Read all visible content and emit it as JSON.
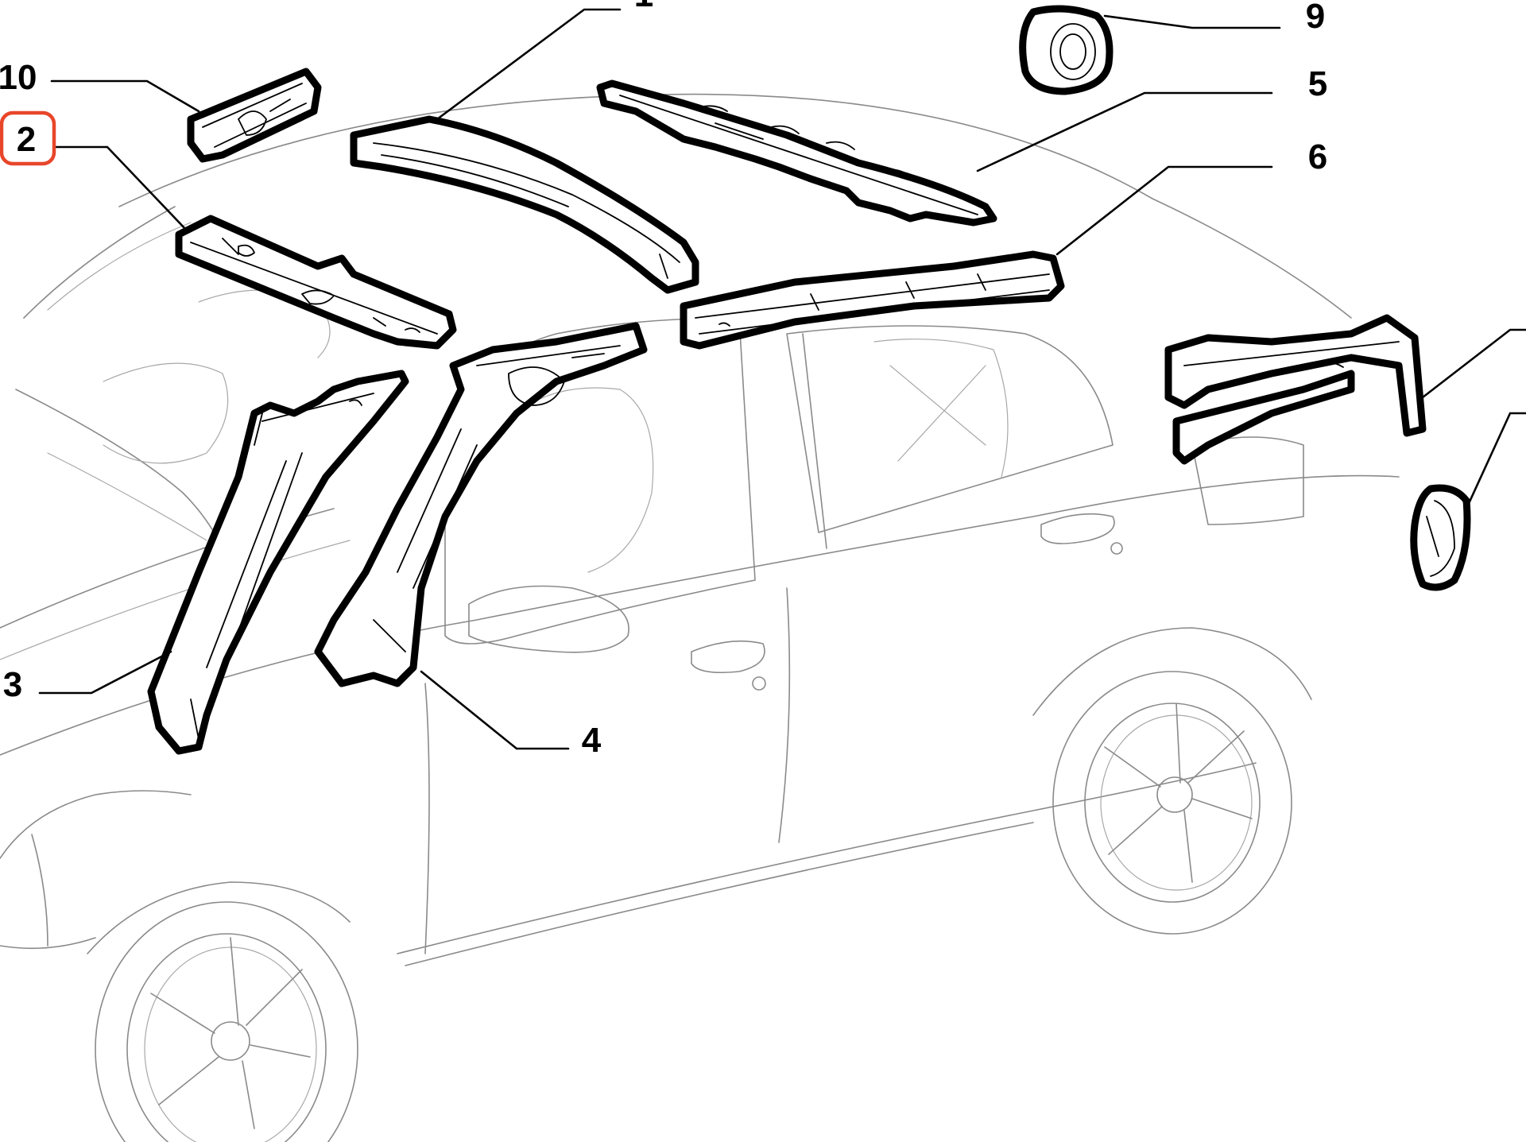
{
  "callouts": [
    {
      "id": "1",
      "label": "1"
    },
    {
      "id": "2",
      "label": "2",
      "highlighted": true
    },
    {
      "id": "3",
      "label": "3"
    },
    {
      "id": "4",
      "label": "4"
    },
    {
      "id": "5",
      "label": "5"
    },
    {
      "id": "6",
      "label": "6"
    },
    {
      "id": "9",
      "label": "9"
    },
    {
      "id": "10",
      "label": "10"
    }
  ],
  "colors": {
    "highlight": "#e8462b",
    "part_outline": "#000000",
    "car_body_line": "#8a8a8a",
    "background": "#ffffff"
  }
}
